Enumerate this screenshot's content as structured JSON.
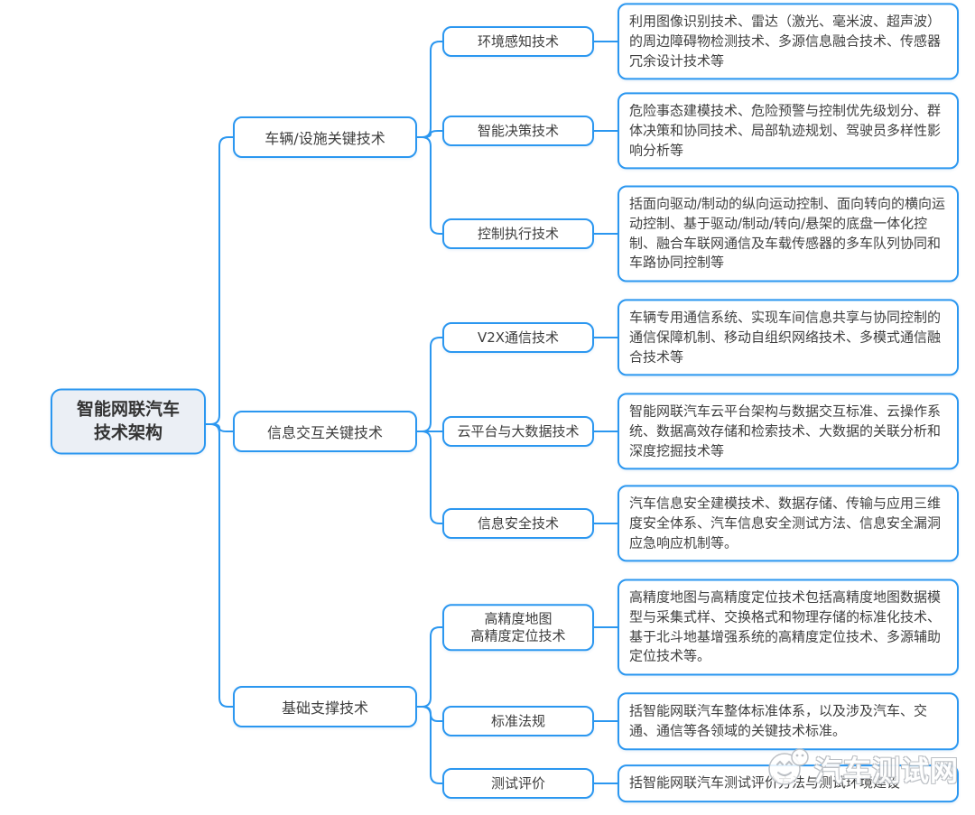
{
  "root": {
    "label": "智能网联汽车\n技术架构"
  },
  "branches": [
    {
      "label": "车辆/设施关键技术",
      "children": [
        {
          "label": "环境感知技术",
          "detail": "利用图像识别技术、雷达（激光、毫米波、超声波）的周边障碍物检测技术、多源信息融合技术、传感器冗余设计技术等"
        },
        {
          "label": "智能决策技术",
          "detail": "危险事态建模技术、危险预警与控制优先级划分、群体决策和协同技术、局部轨迹规划、驾驶员多样性影响分析等"
        },
        {
          "label": "控制执行技术",
          "detail": "括面向驱动/制动的纵向运动控制、面向转向的横向运动控制、基于驱动/制动/转向/悬架的底盘一体化控制、融合车联网通信及车载传感器的多车队列协同和车路协同控制等"
        }
      ]
    },
    {
      "label": "信息交互关键技术",
      "children": [
        {
          "label": "V2X通信技术",
          "detail": "车辆专用通信系统、实现车间信息共享与协同控制的通信保障机制、移动自组织网络技术、多模式通信融合技术等"
        },
        {
          "label": "云平台与大数据技术",
          "detail": "智能网联汽车云平台架构与数据交互标准、云操作系统、数据高效存储和检索技术、大数据的关联分析和深度挖掘技术等"
        },
        {
          "label": "信息安全技术",
          "detail": "汽车信息安全建模技术、数据存储、传输与应用三维度安全体系、汽车信息安全测试方法、信息安全漏洞应急响应机制等。"
        }
      ]
    },
    {
      "label": "基础支撑技术",
      "children": [
        {
          "label": "高精度地图\n高精度定位技术",
          "detail": "高精度地图与高精度定位技术包括高精度地图数据模型与采集式样、交换格式和物理存储的标准化技术、基于北斗地基增强系统的高精度定位技术、多源辅助定位技术等。"
        },
        {
          "label": "标准法规",
          "detail": "括智能网联汽车整体标准体系，以及涉及汽车、交通、通信等各领域的关键技术标准。"
        },
        {
          "label": "测试评价",
          "detail": "括智能网联汽车测试评价方法与测试环境建设"
        }
      ]
    }
  ],
  "watermark": {
    "text": "汽车测试网"
  },
  "colors": {
    "line": "#2b97f0",
    "node_border": "#2b97f0",
    "root_fill": "#ebeff5",
    "node_fill": "#ffffff",
    "text": "#3d3d3d"
  }
}
